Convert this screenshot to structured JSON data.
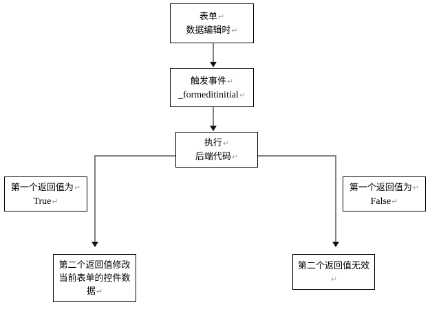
{
  "diagram": {
    "title_text": "",
    "colors": {
      "box_border": "#000000",
      "connector_line": "#808080",
      "arrowhead": "#111111",
      "background": "#ffffff",
      "text": "#000000",
      "pilcrow": "#9a9a9a"
    },
    "pilcrow_glyph": "↵",
    "nodes": [
      {
        "id": "form-data-edit",
        "lines": [
          "表单",
          "数据编辑时"
        ],
        "pilcrow_on": [
          true,
          true
        ]
      },
      {
        "id": "trigger-event",
        "lines": [
          "触发事件",
          "_formeditinitial"
        ],
        "pilcrow_on": [
          true,
          true
        ]
      },
      {
        "id": "execute-backend-code",
        "lines": [
          "执行",
          "后端代码"
        ],
        "pilcrow_on": [
          true,
          true
        ]
      },
      {
        "id": "first-return-true",
        "lines": [
          "第一个返回值为",
          "True"
        ],
        "pilcrow_on": [
          true,
          true
        ]
      },
      {
        "id": "first-return-false",
        "lines": [
          "第一个返回值为",
          "False"
        ],
        "pilcrow_on": [
          true,
          true
        ]
      },
      {
        "id": "second-return-modifies",
        "lines": [
          "第二个返回值修改当前表单的控件数据"
        ],
        "pilcrow_on": [
          true
        ]
      },
      {
        "id": "second-return-invalid",
        "lines": [
          "第二个返回值无效"
        ],
        "pilcrow_on": [
          true
        ]
      }
    ]
  }
}
